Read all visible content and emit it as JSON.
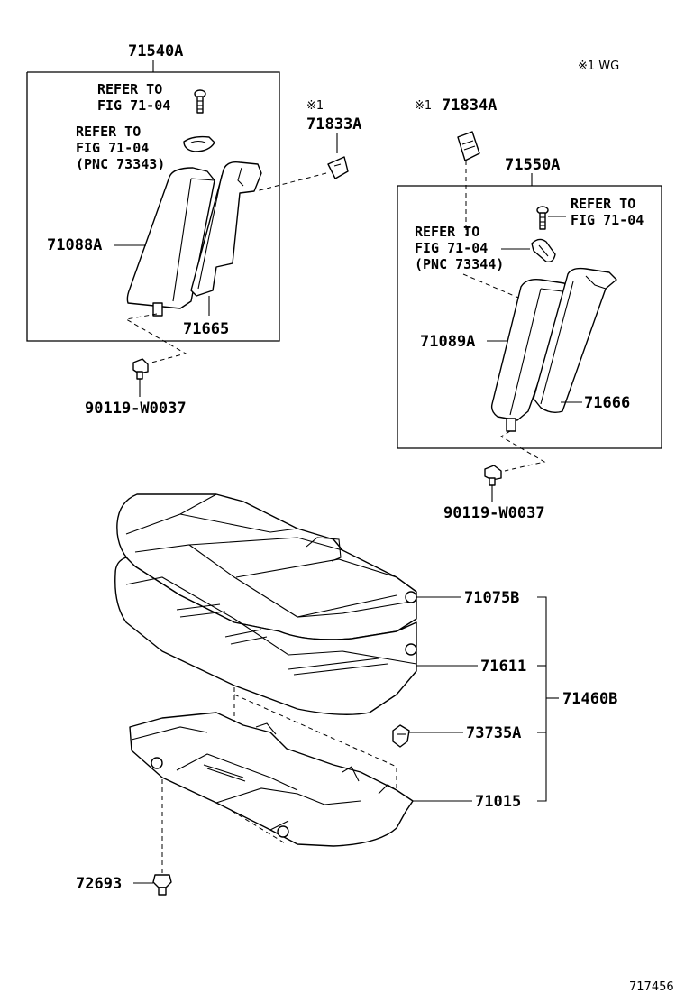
{
  "note": "※1 WG",
  "catalog_number": "717456",
  "labels": {
    "assy_left": "71540A",
    "assy_right": "71550A",
    "cover_left": "71088A",
    "cover_right": "71089A",
    "pad_left": "71665",
    "pad_right": "71666",
    "clip_left": "90119-W0037",
    "clip_right": "90119-W0037",
    "bezel_left": "71833A",
    "bezel_right": "71834A",
    "mark_left": "※1",
    "mark_right": "※1",
    "cushion_cover": "71075B",
    "cushion_pad": "71611",
    "cushion_assy": "71460B",
    "hook": "73735A",
    "frame": "71015",
    "clip_bottom": "72693"
  },
  "refs": {
    "left_bolt": [
      "REFER TO",
      "FIG 71-04"
    ],
    "left_bracket": [
      "REFER TO",
      "FIG 71-04",
      "(PNC 73343)"
    ],
    "right_bolt": [
      "REFER TO",
      "FIG 71-04"
    ],
    "right_bracket": [
      "REFER TO",
      "FIG 71-04",
      "(PNC 73344)"
    ]
  }
}
